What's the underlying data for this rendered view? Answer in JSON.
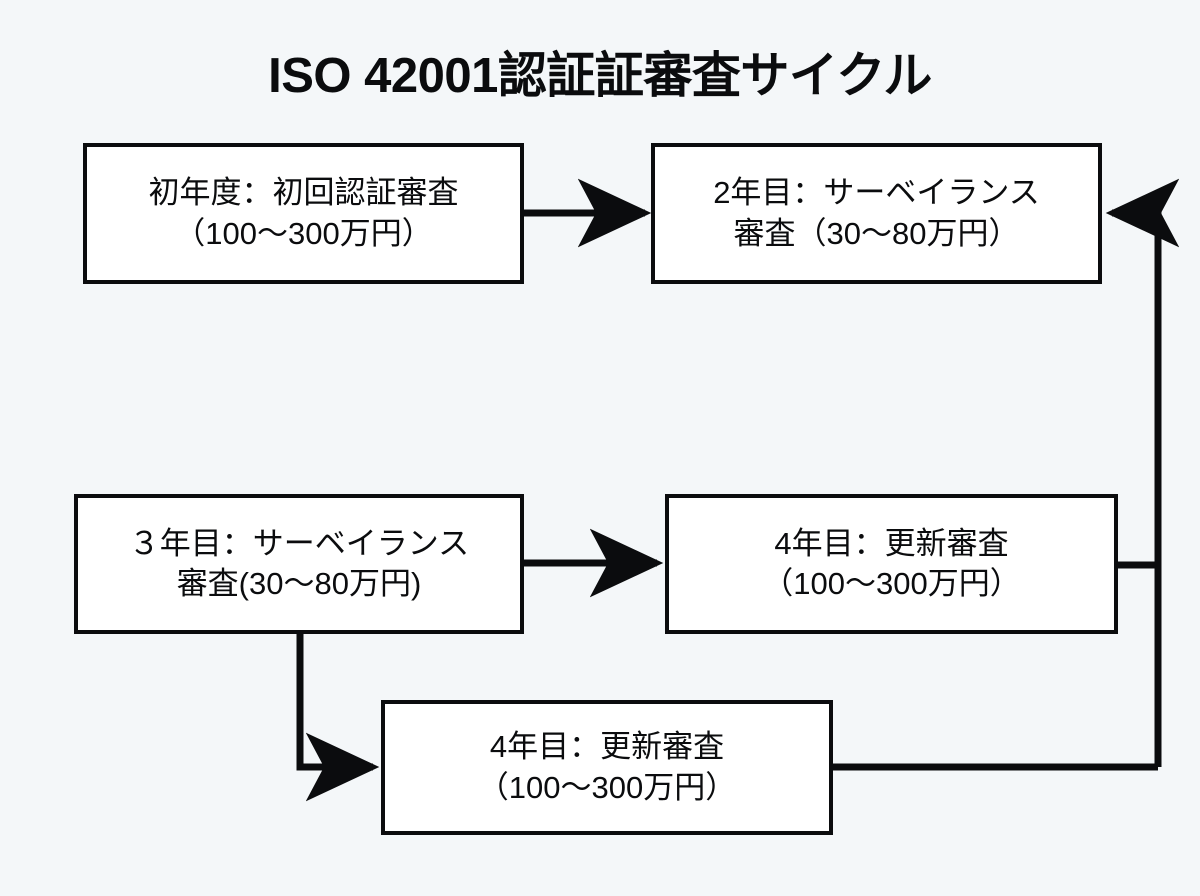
{
  "title": "ISO 42001認証証審査サイクル",
  "colors": {
    "background": "#f4f7f9",
    "box_fill": "#ffffff",
    "stroke": "#0b0c0e",
    "text": "#0b0c0e"
  },
  "nodes": [
    {
      "id": "year1",
      "line1": "初年度：初回認証審査",
      "line2": "（100〜300万円）"
    },
    {
      "id": "year2",
      "line1": "2年目：サーベイランス",
      "line2": "審査（30〜80万円）"
    },
    {
      "id": "year3",
      "line1": "３年目：サーベイランス",
      "line2": "審査(30〜80万円)"
    },
    {
      "id": "year4",
      "line1": "4年目：更新審査",
      "line2": "（100〜300万円）"
    },
    {
      "id": "year4b",
      "line1": "4年目：更新審査",
      "line2": "（100〜300万円）"
    }
  ],
  "edges": [
    {
      "id": "edge-year1-year2",
      "from": "year1",
      "to": "year2",
      "arrow": true
    },
    {
      "id": "edge-year3-year4",
      "from": "year3",
      "to": "year4",
      "arrow": true
    },
    {
      "id": "edge-year3-year4b",
      "from": "year3",
      "to": "year4b",
      "arrow": true
    },
    {
      "id": "edge-year4-return",
      "from": "year4",
      "to": "year2",
      "arrow": true
    },
    {
      "id": "edge-year4b-return",
      "from": "year4b",
      "to": "year2",
      "arrow": false
    }
  ]
}
